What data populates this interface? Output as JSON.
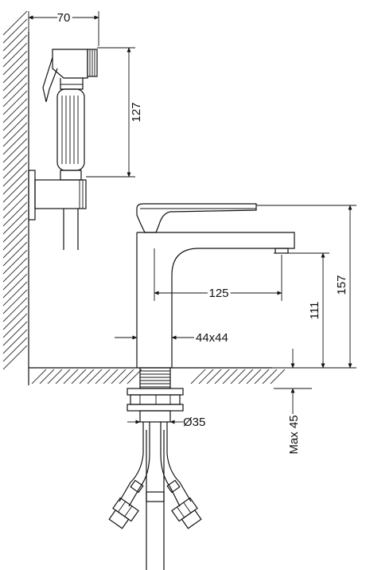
{
  "dimensions": {
    "hand_shower_width": "70",
    "hand_shower_height": "127",
    "spout_reach": "125",
    "spout_height": "111",
    "total_height": "157",
    "body_section": "44x44",
    "thread_diameter": "Ø35",
    "max_counter_thickness": "Max 45"
  },
  "colors": {
    "line": "#111111",
    "background": "#ffffff"
  }
}
